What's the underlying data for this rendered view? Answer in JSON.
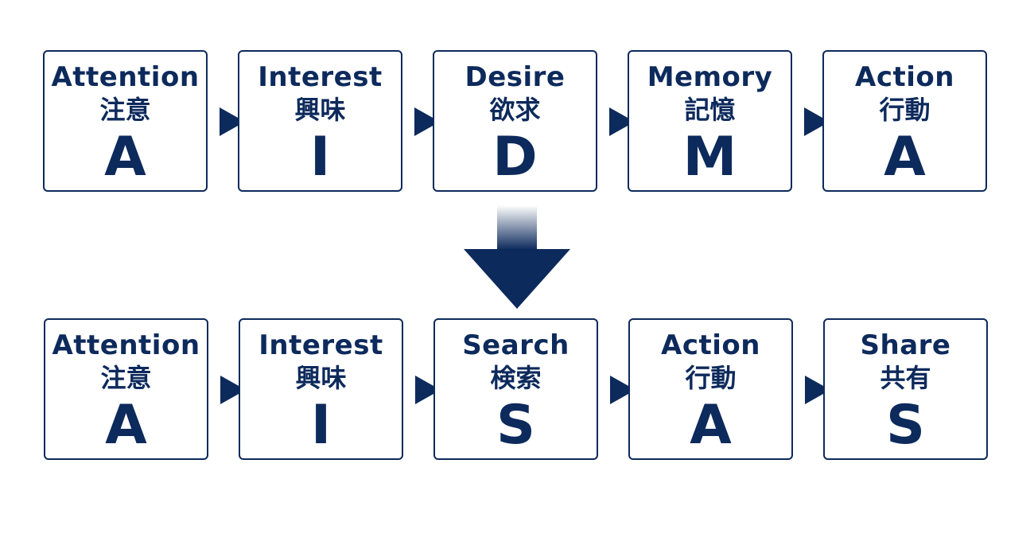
{
  "colors": {
    "primary": "#0d2a5c",
    "background": "#ffffff"
  },
  "aidma": {
    "steps": [
      {
        "en": "Attention",
        "jp": "注意",
        "letter": "A"
      },
      {
        "en": "Interest",
        "jp": "興味",
        "letter": "I"
      },
      {
        "en": "Desire",
        "jp": "欲求",
        "letter": "D"
      },
      {
        "en": "Memory",
        "jp": "記憶",
        "letter": "M"
      },
      {
        "en": "Action",
        "jp": "行動",
        "letter": "A"
      }
    ]
  },
  "aisas": {
    "steps": [
      {
        "en": "Attention",
        "jp": "注意",
        "letter": "A"
      },
      {
        "en": "Interest",
        "jp": "興味",
        "letter": "I"
      },
      {
        "en": "Search",
        "jp": "検索",
        "letter": "S"
      },
      {
        "en": "Action",
        "jp": "行動",
        "letter": "A"
      },
      {
        "en": "Share",
        "jp": "共有",
        "letter": "S"
      }
    ]
  }
}
